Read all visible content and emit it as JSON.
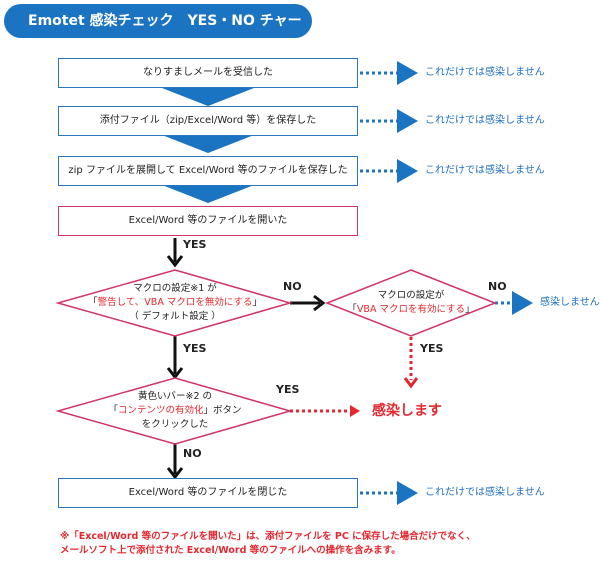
{
  "title": "Emotet 感染チェック　YES・NO チャート",
  "steps": {
    "s1": "なりすましメールを受信した",
    "s2": "添付ファイル（zip/Excel/Word 等）を保存した",
    "s3": "zip ファイルを展開して Excel/Word 等のファイルを保存した",
    "s4": "Excel/Word 等のファイルを開いた",
    "s5": "Excel/Word 等のファイルを閉じた"
  },
  "side": {
    "s1": "これだけでは感染しません",
    "s2": "これだけでは感染しません",
    "s3": "これだけでは感染しません",
    "s5": "これだけでは感染しません",
    "d2": "感染しません"
  },
  "decision1": {
    "line1": "マクロの設定※1 が",
    "line2_q_open": "「",
    "line2_red": "警告して、VBA マクロを無効にする",
    "line2_q_close": "」",
    "line3": "（ デフォルト設定 ）"
  },
  "decision2": {
    "line1": "マクロの設定が",
    "q_open": "「",
    "red": "VBA マクロを有効にする",
    "q_close": "」"
  },
  "decision3": {
    "line1": "黄色いバー※2 の",
    "q_open": "「",
    "red": "コンテンツの有効化",
    "q_close": "」ボタン",
    "line3": "をクリックした"
  },
  "labels": {
    "yes1": "YES",
    "yes2": "YES",
    "yes3": "YES",
    "yes4": "YES",
    "no1": "NO",
    "no2": "NO",
    "no3": "NO"
  },
  "result": "感染します",
  "footnote": {
    "line1": "※「Excel/Word 等のファイルを開いた」は、添付ファイルを PC に保存した場合だけでなく、",
    "line2": "メールソフト上で添付された Excel/Word 等のファイルへの操作を含みます。"
  },
  "colors": {
    "blue": "#1a74c2",
    "pink": "#d13468",
    "red": "#e4282f",
    "dotblue": "#1a74c2"
  }
}
